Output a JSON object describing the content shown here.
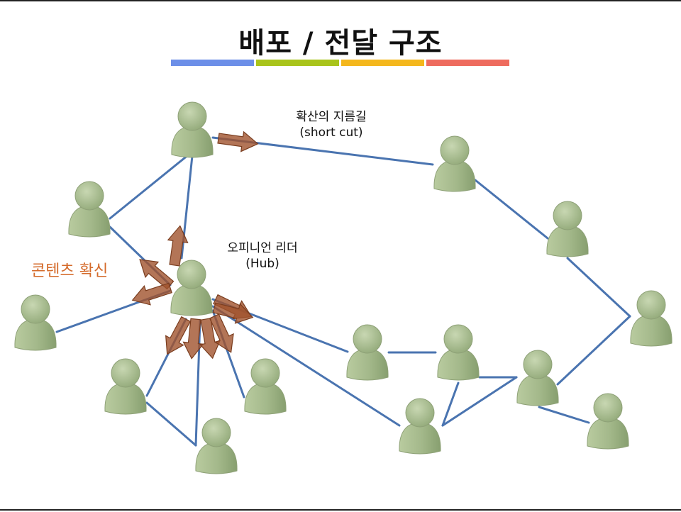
{
  "title": "배포 / 전달 구조",
  "title_bar_colors": [
    "#6c8fe8",
    "#a9c41b",
    "#f4b71c",
    "#ee6b5e"
  ],
  "labels": {
    "shortcut_line1": "확산의 지름길",
    "shortcut_line2": "(short cut)",
    "hub_line1": "오피니언 리더",
    "hub_line2": "(Hub)",
    "diffusion": "콘텐츠 확신"
  },
  "colors": {
    "edge": "#4a74b0",
    "person": "#a3b88a",
    "arrow": "#a0522d",
    "diffusion_text": "#d46a2a"
  },
  "icons": {
    "person": "person-icon",
    "arrow": "arrow-icon"
  }
}
